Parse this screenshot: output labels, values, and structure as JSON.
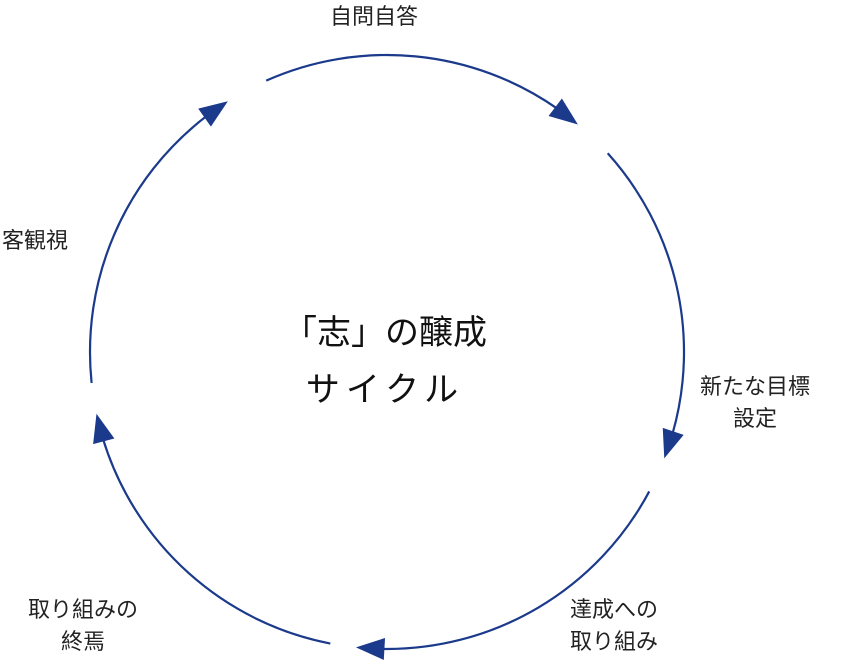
{
  "title": {
    "line1": "「志」の醸成",
    "line2": "サイクル"
  },
  "steps": [
    {
      "line1": "自問自答",
      "line2": ""
    },
    {
      "line1": "新たな目標",
      "line2": "設定"
    },
    {
      "line1": "達成への",
      "line2": "取り組み"
    },
    {
      "line1": "取り組みの",
      "line2": "終焉"
    },
    {
      "line1": "客観視",
      "line2": ""
    }
  ],
  "colors": {
    "cycle": "#1b3a8c",
    "text": "#222222"
  }
}
